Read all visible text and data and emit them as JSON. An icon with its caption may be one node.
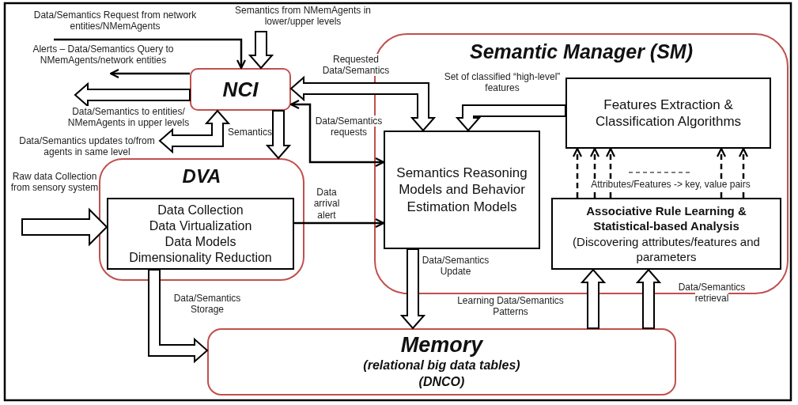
{
  "diagram": {
    "nodes": [
      {
        "text": [
          "Semantic Manager (SM)"
        ]
      },
      {
        "text": [
          "NCI"
        ]
      },
      {
        "text": [
          "DVA"
        ]
      },
      {
        "text": [
          "Data Collection",
          "Data Virtualization",
          "Data Models",
          "Dimensionality Reduction"
        ],
        "in": 2
      },
      {
        "text": [
          "Semantics Reasoning Models and Behavior Estimation Models"
        ],
        "in": 0
      },
      {
        "text": [
          "Features Extraction & Classification Algorithms"
        ],
        "in": 0
      },
      {
        "text": [
          "Associative Rule Learning & Statistical-based Analysis",
          "(Discovering attributes/features and parameters"
        ],
        "in": 0
      },
      {
        "text": [
          "Memory",
          "(relational big data tables)",
          "(DNCO)"
        ]
      }
    ],
    "edges": [
      {
        "from": null,
        "to": 1,
        "arrow": "to",
        "label": "Data/Semantics Request from network entities/NMemAgents"
      },
      {
        "from": null,
        "to": 1,
        "arrow": "to",
        "style": "thick",
        "label": "Semantics from NMemAgents in lower/upper levels"
      },
      {
        "from": 1,
        "to": null,
        "arrow": "to",
        "label": "Alerts – Data/Semantics Query to NMemAgents/network entities"
      },
      {
        "from": 1,
        "to": null,
        "arrow": "to",
        "style": "thick",
        "label": "Data/Semantics to entities/ NMemAgents in upper levels"
      },
      {
        "from": 1,
        "to": null,
        "arrow": "both",
        "style": "thick",
        "label": "Data/Semantics updates to/from agents in same level"
      },
      {
        "from": 1,
        "to": 2,
        "arrow": "to",
        "style": "thick",
        "label": "Semantics"
      },
      {
        "from": 1,
        "to": 4,
        "arrow": "both",
        "style": "thick",
        "label": "Requested Data/Semantics"
      },
      {
        "from": 1,
        "to": 4,
        "arrow": "both",
        "label": "Data/Semantics requests"
      },
      {
        "from": 3,
        "to": 4,
        "arrow": "to",
        "label": "Data arrival alert"
      },
      {
        "from": null,
        "to": 3,
        "arrow": "to",
        "style": "thick",
        "label": "Raw data Collection from sensory system"
      },
      {
        "from": 5,
        "to": 4,
        "arrow": "to",
        "style": "thick",
        "label": "Set of classified “high-level” features"
      },
      {
        "from": 6,
        "to": 5,
        "arrow": "to",
        "style": "dashed"
      },
      {
        "from": 6,
        "to": 5,
        "arrow": "to",
        "style": "dashed"
      },
      {
        "from": 6,
        "to": 5,
        "arrow": "to",
        "style": "dashed",
        "label": "Attributes/Features -> key, value pairs"
      },
      {
        "from": 6,
        "to": 5,
        "arrow": "to",
        "style": "dashed"
      },
      {
        "from": 6,
        "to": 5,
        "arrow": "to",
        "style": "dashed"
      },
      {
        "from": 4,
        "to": 7,
        "arrow": "to",
        "style": "thick",
        "label": "Data/Semantics Update"
      },
      {
        "from": 3,
        "to": 7,
        "arrow": "to",
        "style": "thick",
        "label": "Data/Semantics Storage"
      },
      {
        "from": 7,
        "to": 6,
        "arrow": "to",
        "style": "thick",
        "label": "Learning Data/Semantics Patterns"
      },
      {
        "from": 7,
        "to": 6,
        "arrow": "to",
        "style": "thick",
        "label": "Data/Semantics retrieval"
      }
    ]
  }
}
